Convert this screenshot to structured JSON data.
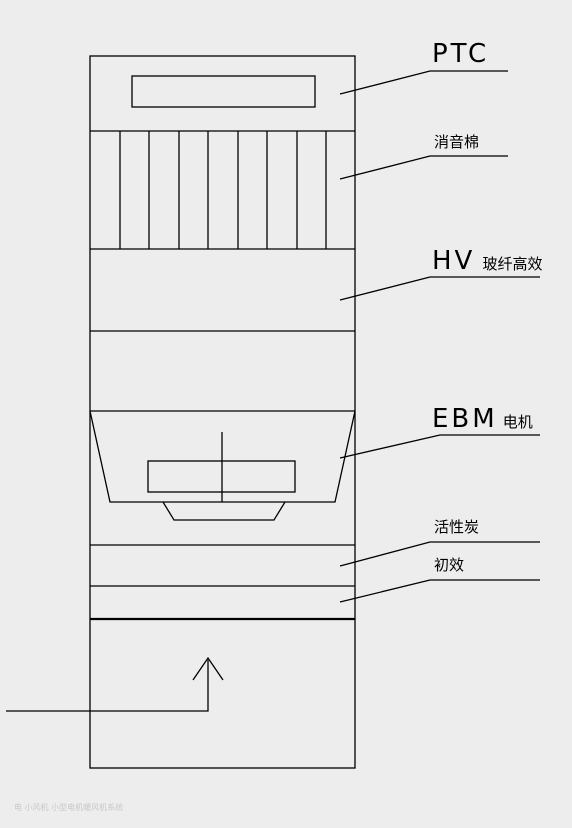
{
  "labels": {
    "ptc": "PTC",
    "sound_cotton": "消音棉",
    "hv_prefix": "HV",
    "hv_suffix": "玻纤高效",
    "ebm_prefix": "EBM",
    "ebm_suffix": "电机",
    "activated_carbon": "活性炭",
    "primary_filter": "初效"
  },
  "colors": {
    "background": "#ededed",
    "line": "#000000"
  },
  "watermark": "电 小风机 小型电机暖风机系统"
}
